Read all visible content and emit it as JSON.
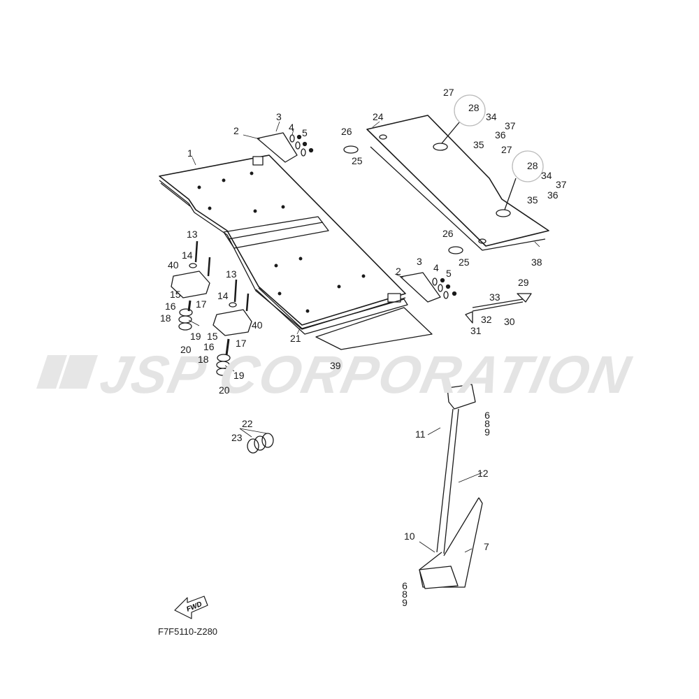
{
  "diagram": {
    "type": "exploded parts diagram",
    "figure_code": "F7F5110-Z280",
    "fwd_label": "FWD",
    "watermark": "JSP CORPORATION",
    "colors": {
      "line": "#1a1a1a",
      "watermark": "#e4e4e4",
      "background": "#ffffff"
    }
  },
  "callouts": {
    "c1": "1",
    "c2a": "2",
    "c3a": "3",
    "c4a": "4",
    "c5a": "5",
    "c2b": "2",
    "c3b": "3",
    "c4b": "4",
    "c5b": "5",
    "c6a": "6",
    "c8a": "8",
    "c9a": "9",
    "c6b": "6",
    "c8b": "8",
    "c9b": "9",
    "c7": "7",
    "c10": "10",
    "c11": "11",
    "c12": "12",
    "c13a": "13",
    "c14a": "14",
    "c13b": "13",
    "c14b": "14",
    "c15a": "15",
    "c16a": "16",
    "c17a": "17",
    "c18a": "18",
    "c19a": "19",
    "c20a": "20",
    "c15b": "15",
    "c16b": "16",
    "c17b": "17",
    "c18b": "18",
    "c19b": "19",
    "c20b": "20",
    "c21": "21",
    "c22": "22",
    "c23": "23",
    "c24": "24",
    "c25a": "25",
    "c26a": "26",
    "c25b": "25",
    "c26b": "26",
    "c27a": "27",
    "c28a": "28",
    "c27b": "27",
    "c28b": "28",
    "c29": "29",
    "c30": "30",
    "c31": "31",
    "c32": "32",
    "c33": "33",
    "c34a": "34",
    "c35a": "35",
    "c36a": "36",
    "c37a": "37",
    "c34b": "34",
    "c35b": "35",
    "c36b": "36",
    "c37b": "37",
    "c38": "38",
    "c39": "39",
    "c40a": "40",
    "c40b": "40"
  }
}
